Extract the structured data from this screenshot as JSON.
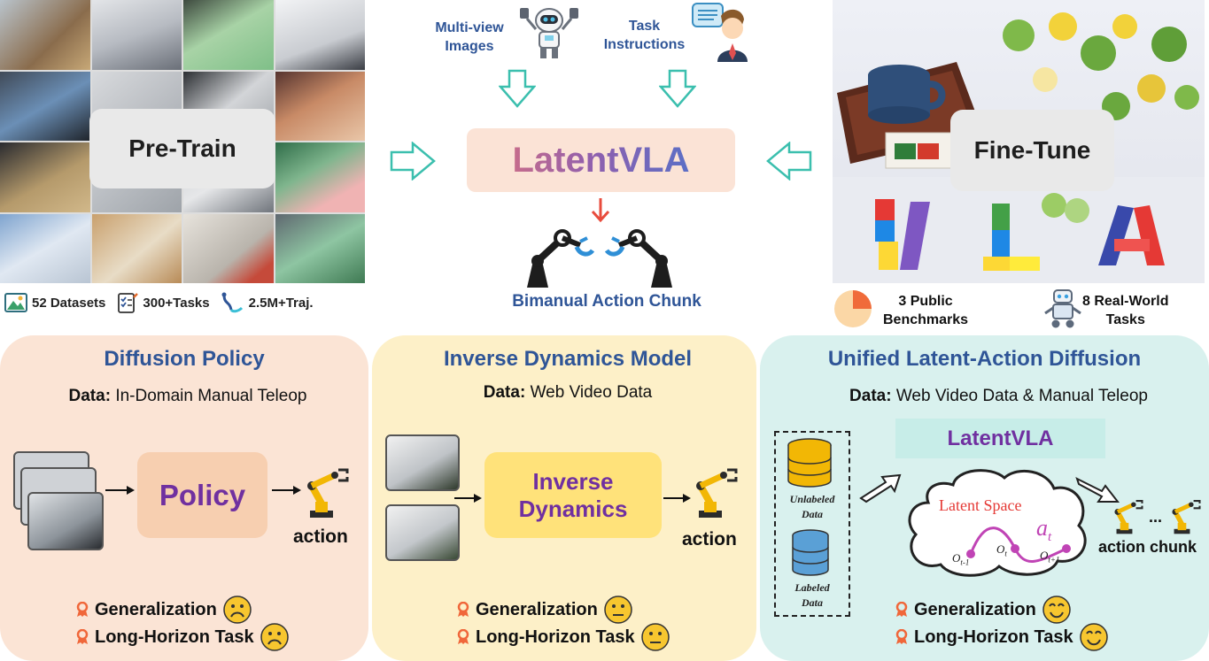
{
  "top_left": {
    "overlay_label": "Pre-Train",
    "stats": [
      {
        "icon": "image-icon",
        "text": "52 Datasets"
      },
      {
        "icon": "checklist-icon",
        "text": "300+Tasks"
      },
      {
        "icon": "trajectory-icon",
        "text": "2.5M+Traj."
      }
    ]
  },
  "top_center": {
    "inputs": [
      {
        "label_line1": "Multi-view",
        "label_line2": "Images",
        "icon": "robot-icon"
      },
      {
        "label_line1": "Task",
        "label_line2": "Instructions",
        "icon": "person-icon"
      }
    ],
    "model_name": "LatentVLA",
    "output_label": "Bimanual Action Chunk"
  },
  "top_right": {
    "overlay_label": "Fine-Tune",
    "stats": [
      {
        "icon": "pie-icon",
        "line1": "3 Public",
        "line2": "Benchmarks"
      },
      {
        "icon": "robot-icon",
        "line1": "8 Real-World",
        "line2": "Tasks"
      }
    ]
  },
  "panels": [
    {
      "title": "Diffusion Policy",
      "data_prefix": "Data:",
      "data_text": "In-Domain Manual Teleop",
      "model_label": "Policy",
      "action_label": "action",
      "bullets": [
        {
          "text": "Generalization",
          "face": "sad-face-icon"
        },
        {
          "text": "Long-Horizon Task",
          "face": "sad-face-icon"
        }
      ],
      "colors": {
        "bg": "#fbe4d5"
      }
    },
    {
      "title": "Inverse Dynamics Model",
      "data_prefix": "Data:",
      "data_text": "Web Video Data",
      "model_line1": "Inverse",
      "model_line2": "Dynamics",
      "action_label": "action",
      "bullets": [
        {
          "text": "Generalization",
          "face": "neutral-face-icon"
        },
        {
          "text": "Long-Horizon Task",
          "face": "neutral-face-icon"
        }
      ],
      "colors": {
        "bg": "#fdf0c8"
      }
    },
    {
      "title": "Unified Latent-Action Diffusion",
      "data_prefix": "Data:",
      "data_text": "Web Video Data & Manual Teleop",
      "model_label": "LatentVLA",
      "unlabeled_line1": "Unlabeled",
      "unlabeled_line2": "Data",
      "labeled_line1": "Labeled",
      "labeled_line2": "Data",
      "latent_space_label": "Latent Space",
      "latent_action": "a",
      "latent_action_sub": "t",
      "obs_prev": "O",
      "obs_prev_sub": "t-1",
      "obs_cur": "O",
      "obs_cur_sub": "t",
      "obs_next": "O",
      "obs_next_sub": "t+1",
      "ellipsis": "...",
      "action_label": "action chunk",
      "bullets": [
        {
          "text": "Generalization",
          "face": "happy-face-icon"
        },
        {
          "text": "Long-Horizon Task",
          "face": "happy-face-icon"
        }
      ],
      "colors": {
        "bg": "#d9f1ee"
      }
    }
  ],
  "colors": {
    "title_blue": "#2f5597",
    "purple": "#7030a0",
    "arrow_teal": "#3bbfae",
    "arrow_red": "#e84c3d"
  }
}
